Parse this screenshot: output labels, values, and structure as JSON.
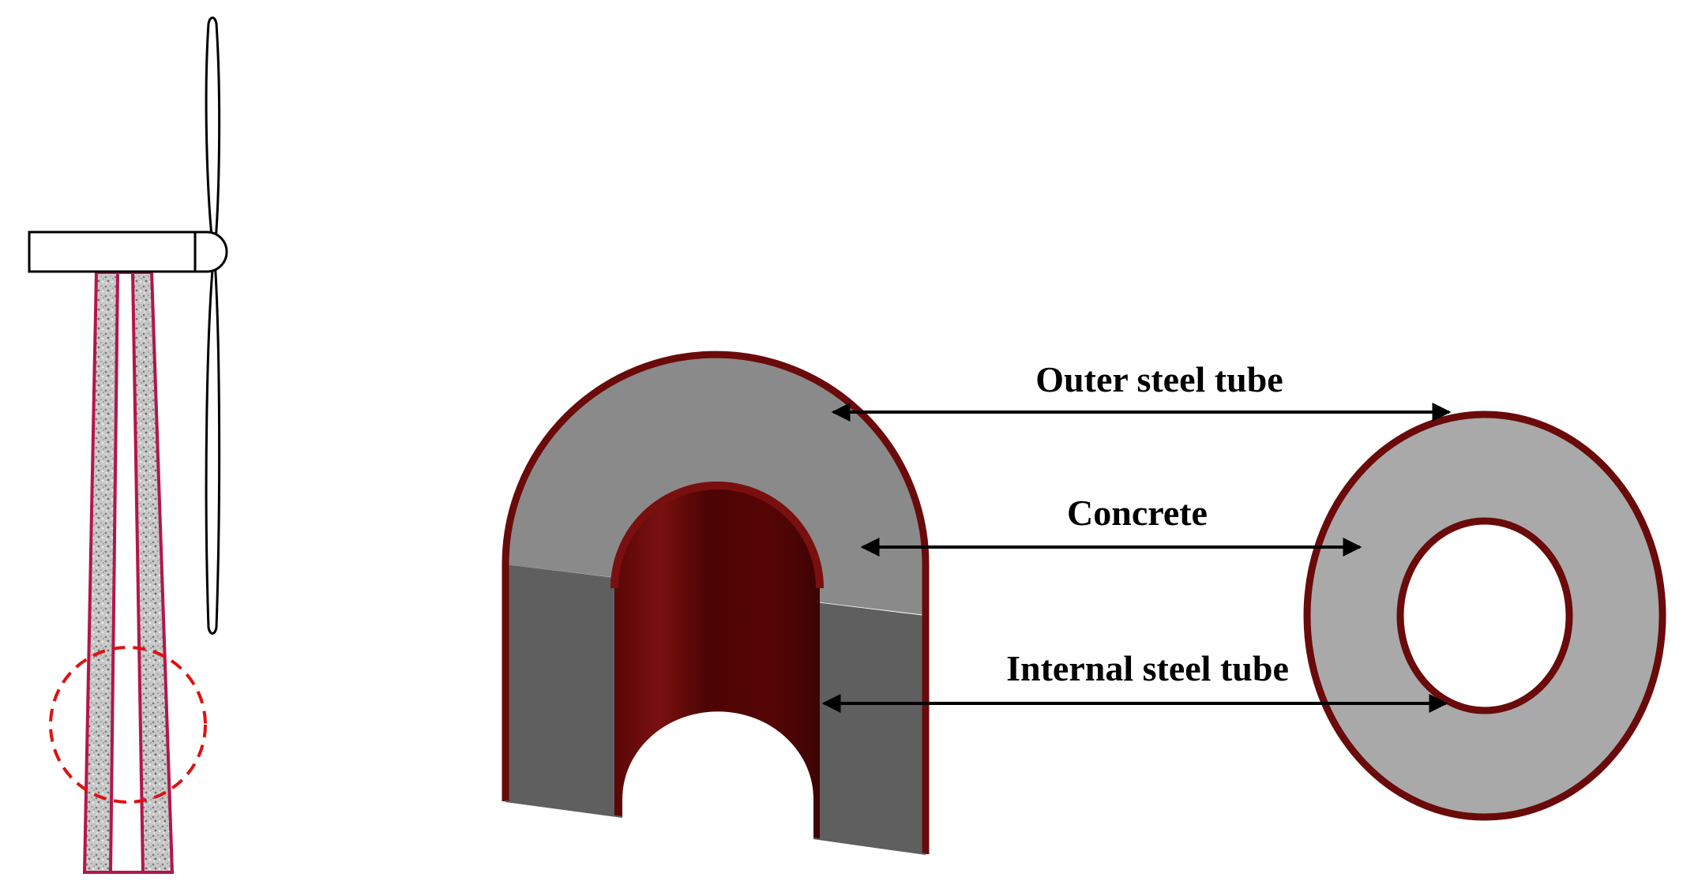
{
  "labels": {
    "outer_tube": "Outer steel tube",
    "concrete": "Concrete",
    "inner_tube": "Internal steel tube"
  },
  "colors": {
    "steel": "#6b0a0a",
    "steel_dark": "#4a0404",
    "concrete_top": "#8a8a8a",
    "concrete_side": "#5f5f5f",
    "ring_fill": "#a9a9a9",
    "tower_outline": "#b3164a",
    "highlight_circle": "#e01010"
  },
  "icons": {
    "turbine": "wind-turbine-icon",
    "section": "tube-section-3d-icon",
    "ring": "cross-section-ring-icon",
    "arrow": "double-headed-arrow-icon"
  }
}
